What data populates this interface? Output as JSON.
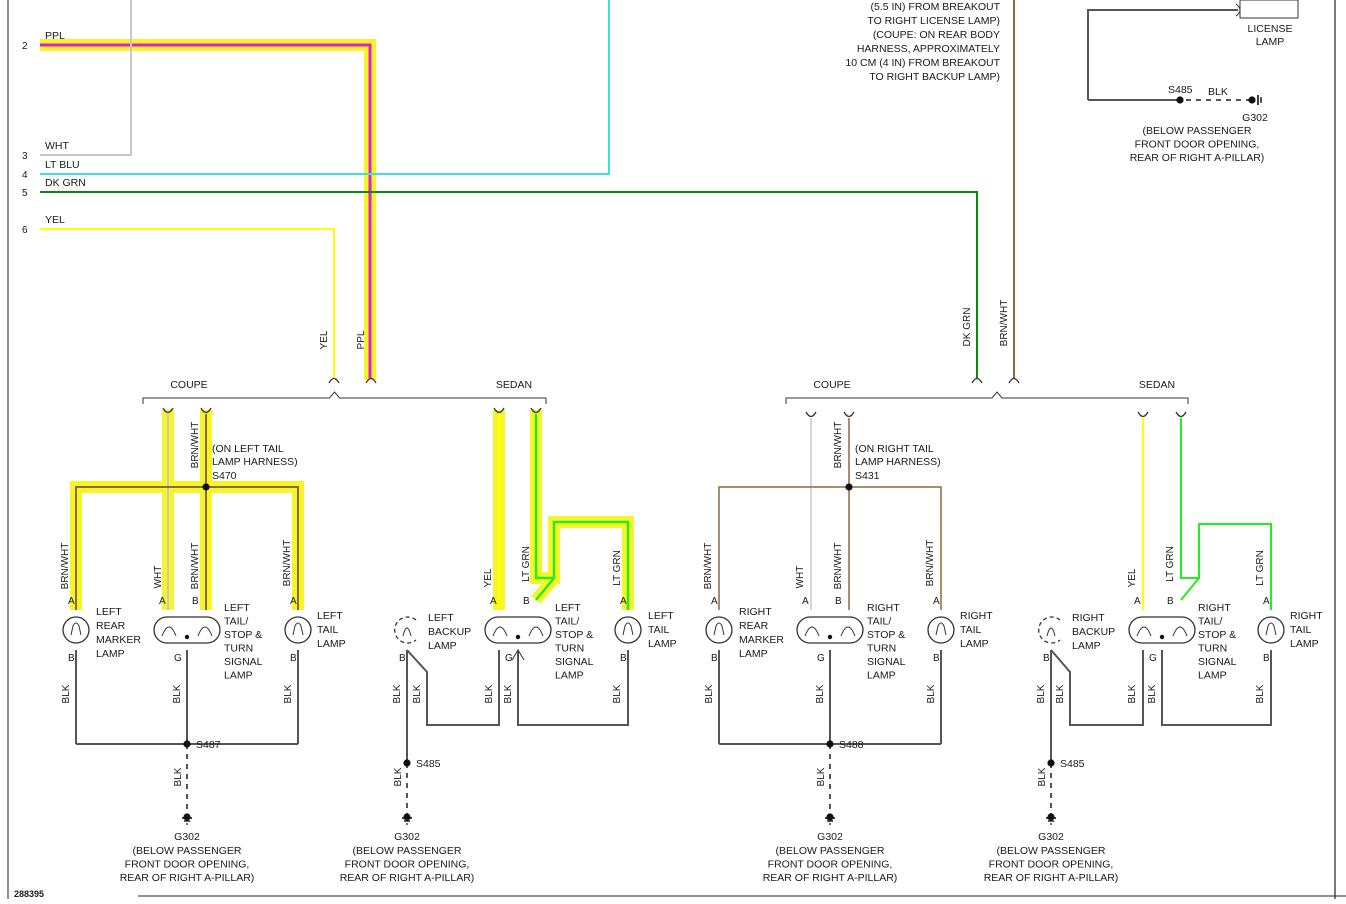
{
  "colors": {
    "ppl": "#e020c8",
    "yel": "#ffff00",
    "highlight": "#f5f52a",
    "wht": "#c8c8c8",
    "ltblu": "#40e0e0",
    "dkgrn": "#0a8a0a",
    "ltgrn": "#22ee22",
    "brnwht": "#8c6a3a",
    "blk": "#555555",
    "frame": "#222222"
  },
  "pins": [
    "2",
    "3",
    "4",
    "5",
    "6"
  ],
  "wires": {
    "ppl": "PPL",
    "wht": "WHT",
    "ltblu": "LT BLU",
    "dkgrn": "DK GRN",
    "yel": "YEL",
    "brnwht": "BRN/WHT",
    "ltgrn": "LT GRN",
    "blk": "BLK"
  },
  "variants": {
    "coupe": "COUPE",
    "sedan": "SEDAN"
  },
  "top_note": [
    "(5.5 IN) FROM BREAKOUT",
    "TO RIGHT LICENSE LAMP)",
    "(COUPE: ON REAR BODY",
    "HARNESS, APPROXIMATELY",
    "10 CM (4 IN) FROM BREAKOUT",
    "TO RIGHT BACKUP LAMP)"
  ],
  "license_lamp": [
    "LICENSE",
    "LAMP"
  ],
  "splices": {
    "s470": "S470",
    "s431": "S431",
    "s485": "S485",
    "s487": "S487",
    "s488": "S488"
  },
  "splice_notes": {
    "left": [
      "(ON LEFT TAIL",
      "LAMP HARNESS)"
    ],
    "right": [
      "(ON RIGHT TAIL",
      "LAMP HARNESS)"
    ]
  },
  "ground": {
    "name": "G302",
    "note": [
      "(BELOW PASSENGER",
      "FRONT DOOR OPENING,",
      "REAR OF RIGHT A-PILLAR)"
    ]
  },
  "lamps": {
    "left_marker": [
      "LEFT",
      "REAR",
      "MARKER",
      "LAMP"
    ],
    "left_tst": [
      "LEFT",
      "TAIL/",
      "STOP &",
      "TURN",
      "SIGNAL",
      "LAMP"
    ],
    "left_tail": [
      "LEFT",
      "TAIL",
      "LAMP"
    ],
    "left_backup": [
      "LEFT",
      "BACKUP",
      "LAMP"
    ],
    "right_marker": [
      "RIGHT",
      "REAR",
      "MARKER",
      "LAMP"
    ],
    "right_tst": [
      "RIGHT",
      "TAIL/",
      "STOP &",
      "TURN",
      "SIGNAL",
      "LAMP"
    ],
    "right_tail": [
      "RIGHT",
      "TAIL",
      "LAMP"
    ],
    "right_backup": [
      "RIGHT",
      "BACKUP",
      "LAMP"
    ]
  },
  "pin_letters": {
    "a": "A",
    "b": "B",
    "g": "G"
  },
  "footer_code": "288395"
}
